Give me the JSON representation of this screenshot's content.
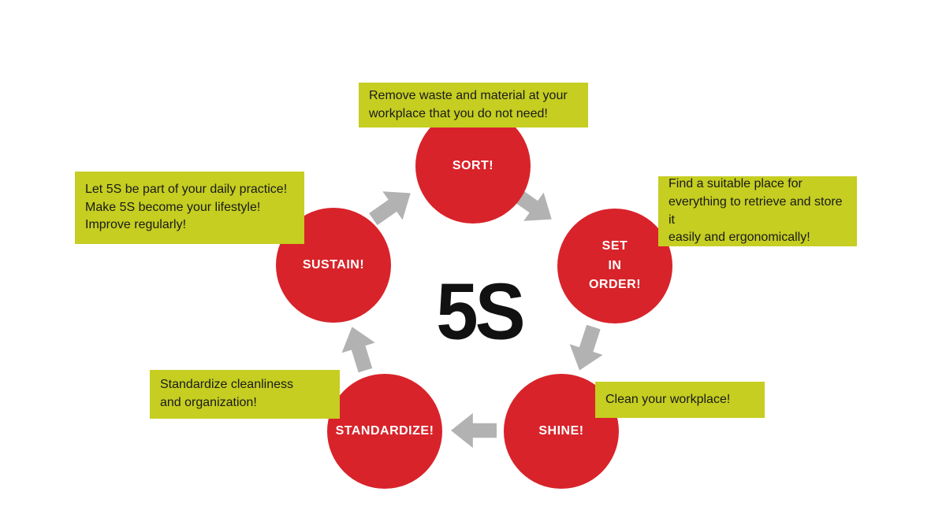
{
  "title": "5S",
  "colors": {
    "circle": "#d8232a",
    "note_box": "#c5ce21",
    "arrow": "#b2b2b2",
    "center_text": "#111111",
    "circle_text": "#ffffff"
  },
  "steps": [
    {
      "id": "sort",
      "label": "SORT!",
      "description": "Remove waste and material at your\nworkplace that you do not need!"
    },
    {
      "id": "set-in-order",
      "label": "SET\nIN\nORDER!",
      "description": "Find a suitable place for\neverything to retrieve and store it\neasily and ergonomically!"
    },
    {
      "id": "shine",
      "label": "SHINE!",
      "description": "Clean your workplace!"
    },
    {
      "id": "standardize",
      "label": "STANDARDIZE!",
      "description": "Standardize cleanliness\nand organization!"
    },
    {
      "id": "sustain",
      "label": "SUSTAIN!",
      "description": "Let 5S be part of your daily practice!\nMake 5S become your lifestyle!\nImprove regularly!"
    }
  ]
}
